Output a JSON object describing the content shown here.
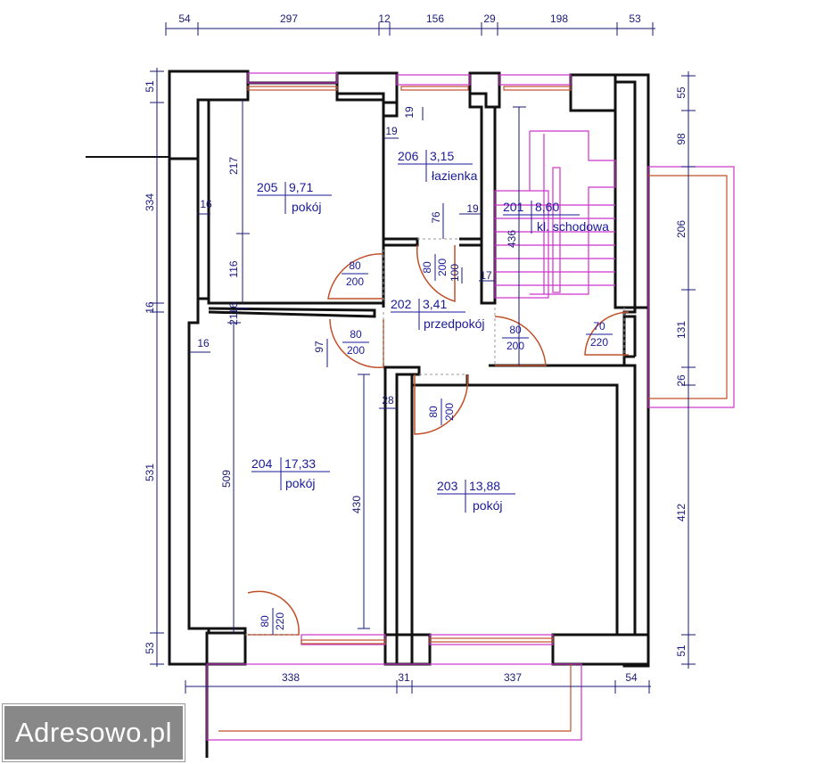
{
  "dimensions": {
    "top": [
      "54",
      "297",
      "12",
      "156",
      "29",
      "198",
      "53"
    ],
    "bottom": [
      "338",
      "31",
      "337",
      "54"
    ],
    "left": [
      "51",
      "334",
      "16",
      "531",
      "53"
    ],
    "right": [
      "55",
      "98",
      "206",
      "131",
      "26",
      "412",
      "51"
    ],
    "inner": {
      "d217": "217",
      "d116": "116",
      "d16a": "16",
      "d16b": "16",
      "d2116": "2116",
      "d509": "509",
      "d430": "430",
      "d97": "97",
      "d28": "28",
      "d19a": "19",
      "d19b": "19",
      "d19c": "19",
      "d76": "76",
      "d100": "100",
      "d17": "17",
      "d436": "436"
    }
  },
  "rooms": [
    {
      "number": "205",
      "area": "9,71",
      "name": "pokój"
    },
    {
      "number": "206",
      "area": "3,15",
      "name": "łazienka"
    },
    {
      "number": "201",
      "area": "8,60",
      "name": "kl. schodowa"
    },
    {
      "number": "202",
      "area": "3,41",
      "name": "przedpokój"
    },
    {
      "number": "204",
      "area": "17,33",
      "name": "pokój"
    },
    {
      "number": "203",
      "area": "13,88",
      "name": "pokój"
    }
  ],
  "doors": [
    {
      "width": "80",
      "height": "200"
    },
    {
      "width": "80",
      "height": "200"
    },
    {
      "width": "80",
      "height": "200"
    },
    {
      "width": "80",
      "height": "200"
    },
    {
      "width": "70",
      "height": "220"
    },
    {
      "width": "80",
      "height": "200"
    },
    {
      "width": "80",
      "height": "220"
    }
  ],
  "colors": {
    "wall": "#111111",
    "dim": "#1a1a7a",
    "door": "#c0502a",
    "window": "#cc33cc"
  },
  "watermark": "Adresowo.pl"
}
